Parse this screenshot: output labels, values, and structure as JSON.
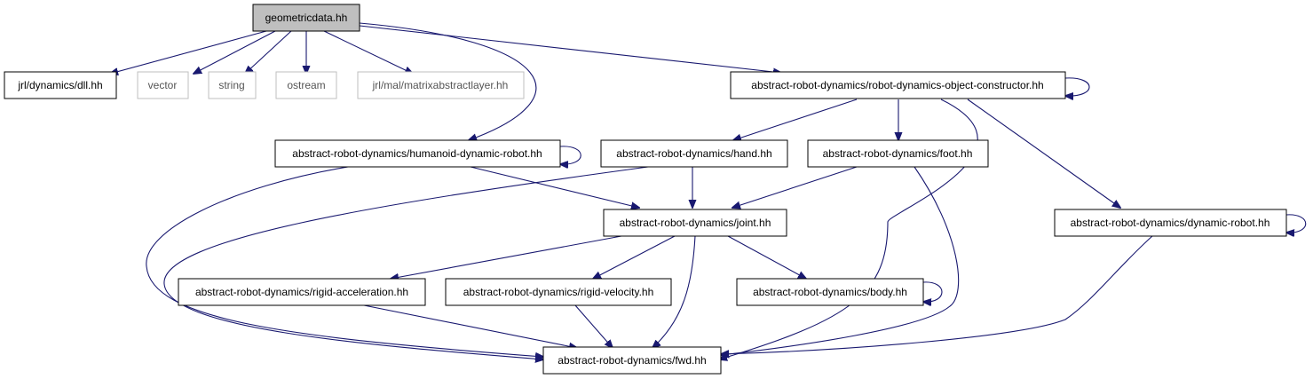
{
  "diagram": {
    "colors": {
      "edge": "#191970",
      "focus_fill": "#bfbfbf",
      "node_border": "#000000",
      "external_border": "#bfbfbf"
    },
    "nodes": {
      "geometricdata": "geometricdata.hh",
      "dll": "jrl/dynamics/dll.hh",
      "vector": "vector",
      "string": "string",
      "ostream": "ostream",
      "matrixabstractlayer": "jrl/mal/matrixabstractlayer.hh",
      "object_constructor": "abstract-robot-dynamics/robot-dynamics-object-constructor.hh",
      "humanoid": "abstract-robot-dynamics/humanoid-dynamic-robot.hh",
      "hand": "abstract-robot-dynamics/hand.hh",
      "foot": "abstract-robot-dynamics/foot.hh",
      "joint": "abstract-robot-dynamics/joint.hh",
      "dynamic_robot": "abstract-robot-dynamics/dynamic-robot.hh",
      "rigid_acceleration": "abstract-robot-dynamics/rigid-acceleration.hh",
      "rigid_velocity": "abstract-robot-dynamics/rigid-velocity.hh",
      "body": "abstract-robot-dynamics/body.hh",
      "fwd": "abstract-robot-dynamics/fwd.hh"
    }
  }
}
